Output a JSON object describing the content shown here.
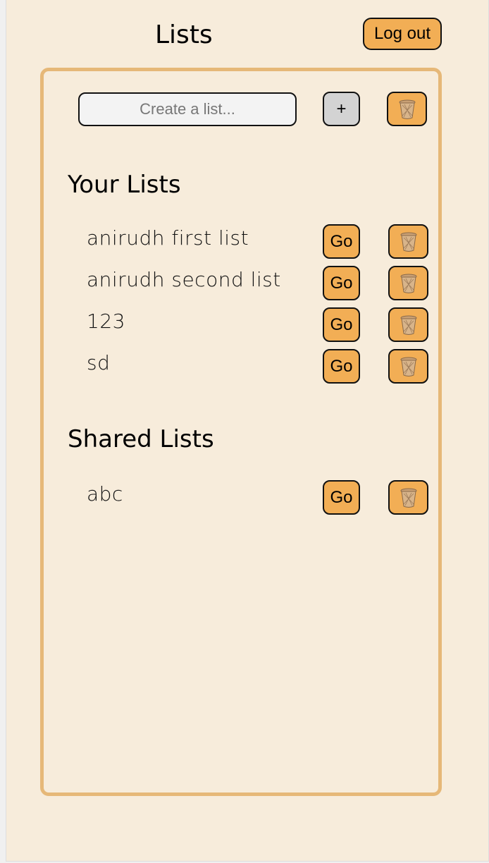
{
  "header": {
    "title": "Lists",
    "logout_label": "Log out"
  },
  "create": {
    "placeholder": "Create a list...",
    "value": "",
    "add_label": "+"
  },
  "your_lists": {
    "heading": "Your Lists",
    "items": [
      {
        "name": "anirudh first list",
        "go_label": "Go"
      },
      {
        "name": "anirudh second list",
        "go_label": "Go"
      },
      {
        "name": "123",
        "go_label": "Go"
      },
      {
        "name": "sd",
        "go_label": "Go"
      }
    ]
  },
  "shared_lists": {
    "heading": "Shared Lists",
    "items": [
      {
        "name": "abc",
        "go_label": "Go"
      }
    ]
  },
  "colors": {
    "background": "#f7ecdb",
    "accent": "#f2ae55",
    "panel_border": "#e6b878",
    "add_button": "#d3d3d3"
  },
  "icons": {
    "delete": "trash-can-icon"
  }
}
